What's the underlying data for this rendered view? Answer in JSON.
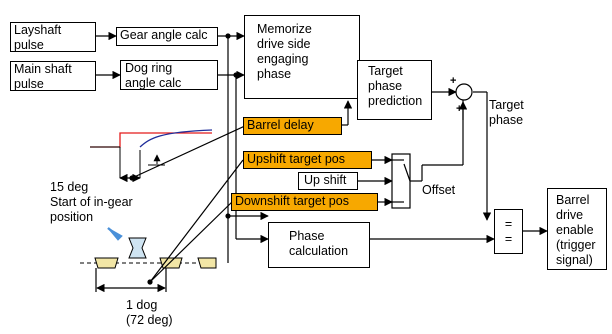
{
  "blocks": {
    "layshaft_pulse": "Layshaft\npulse",
    "main_shaft_pulse": "Main shaft\npulse",
    "gear_angle_calc": "Gear angle calc",
    "dog_ring_angle_calc": "Dog ring\nangle calc",
    "memorize_phase": "Memorize\ndrive side\nengaging\nphase",
    "target_phase_prediction": "Target\nphase\nprediction",
    "barrel_delay": "Barrel delay",
    "upshift_target_pos": "Upshift target pos",
    "up_shift": "Up shift",
    "downshift_target_pos": "Downshift target pos",
    "phase_calculation": "Phase\ncalculation",
    "comparator_top": "=",
    "comparator_bottom": "=",
    "barrel_drive_enable": "Barrel\ndrive\nenable\n(trigger\nsignal)"
  },
  "labels": {
    "target_phase": "Target\nphase",
    "offset": "Offset",
    "in_gear": "15 deg\nStart of in-gear\nposition",
    "one_dog": "1 dog\n(72 deg)",
    "plus_top": "+",
    "plus_bottom": "+"
  },
  "colors": {
    "highlight": "#f7a800",
    "step_curve": "#e31b1b",
    "response_curve": "#1f2d9a",
    "dog_fill": "#f2e6a6",
    "arrow_blue": "#4a90d9"
  }
}
